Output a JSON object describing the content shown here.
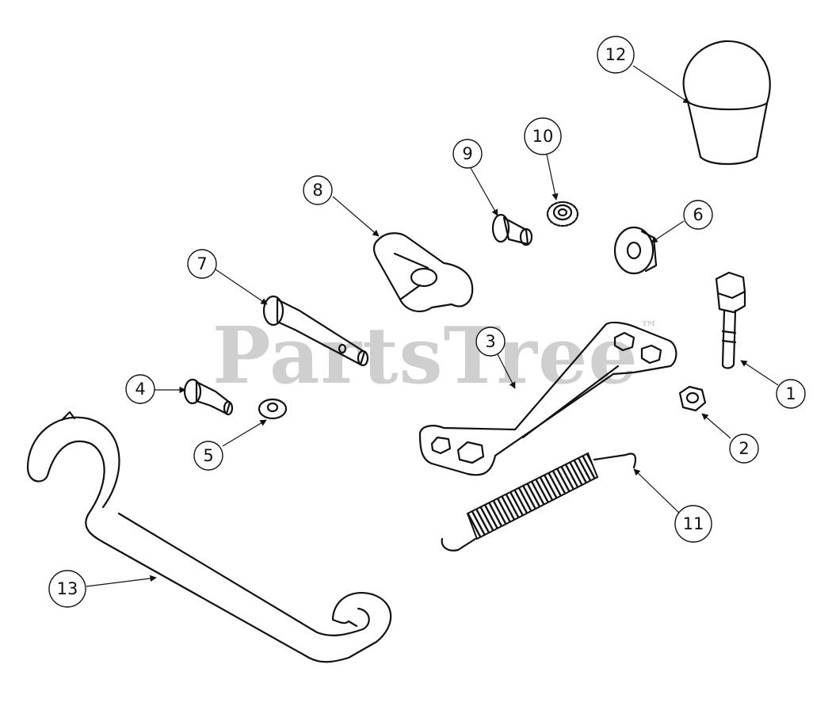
{
  "watermark": "PartsTree",
  "watermark_mark": "™",
  "callouts": [
    {
      "id": "1",
      "label": "1"
    },
    {
      "id": "2",
      "label": "2"
    },
    {
      "id": "3",
      "label": "3"
    },
    {
      "id": "4",
      "label": "4"
    },
    {
      "id": "5",
      "label": "5"
    },
    {
      "id": "6",
      "label": "6"
    },
    {
      "id": "7",
      "label": "7"
    },
    {
      "id": "8",
      "label": "8"
    },
    {
      "id": "9",
      "label": "9"
    },
    {
      "id": "10",
      "label": "10"
    },
    {
      "id": "11",
      "label": "11"
    },
    {
      "id": "12",
      "label": "12"
    },
    {
      "id": "13",
      "label": "13"
    }
  ]
}
